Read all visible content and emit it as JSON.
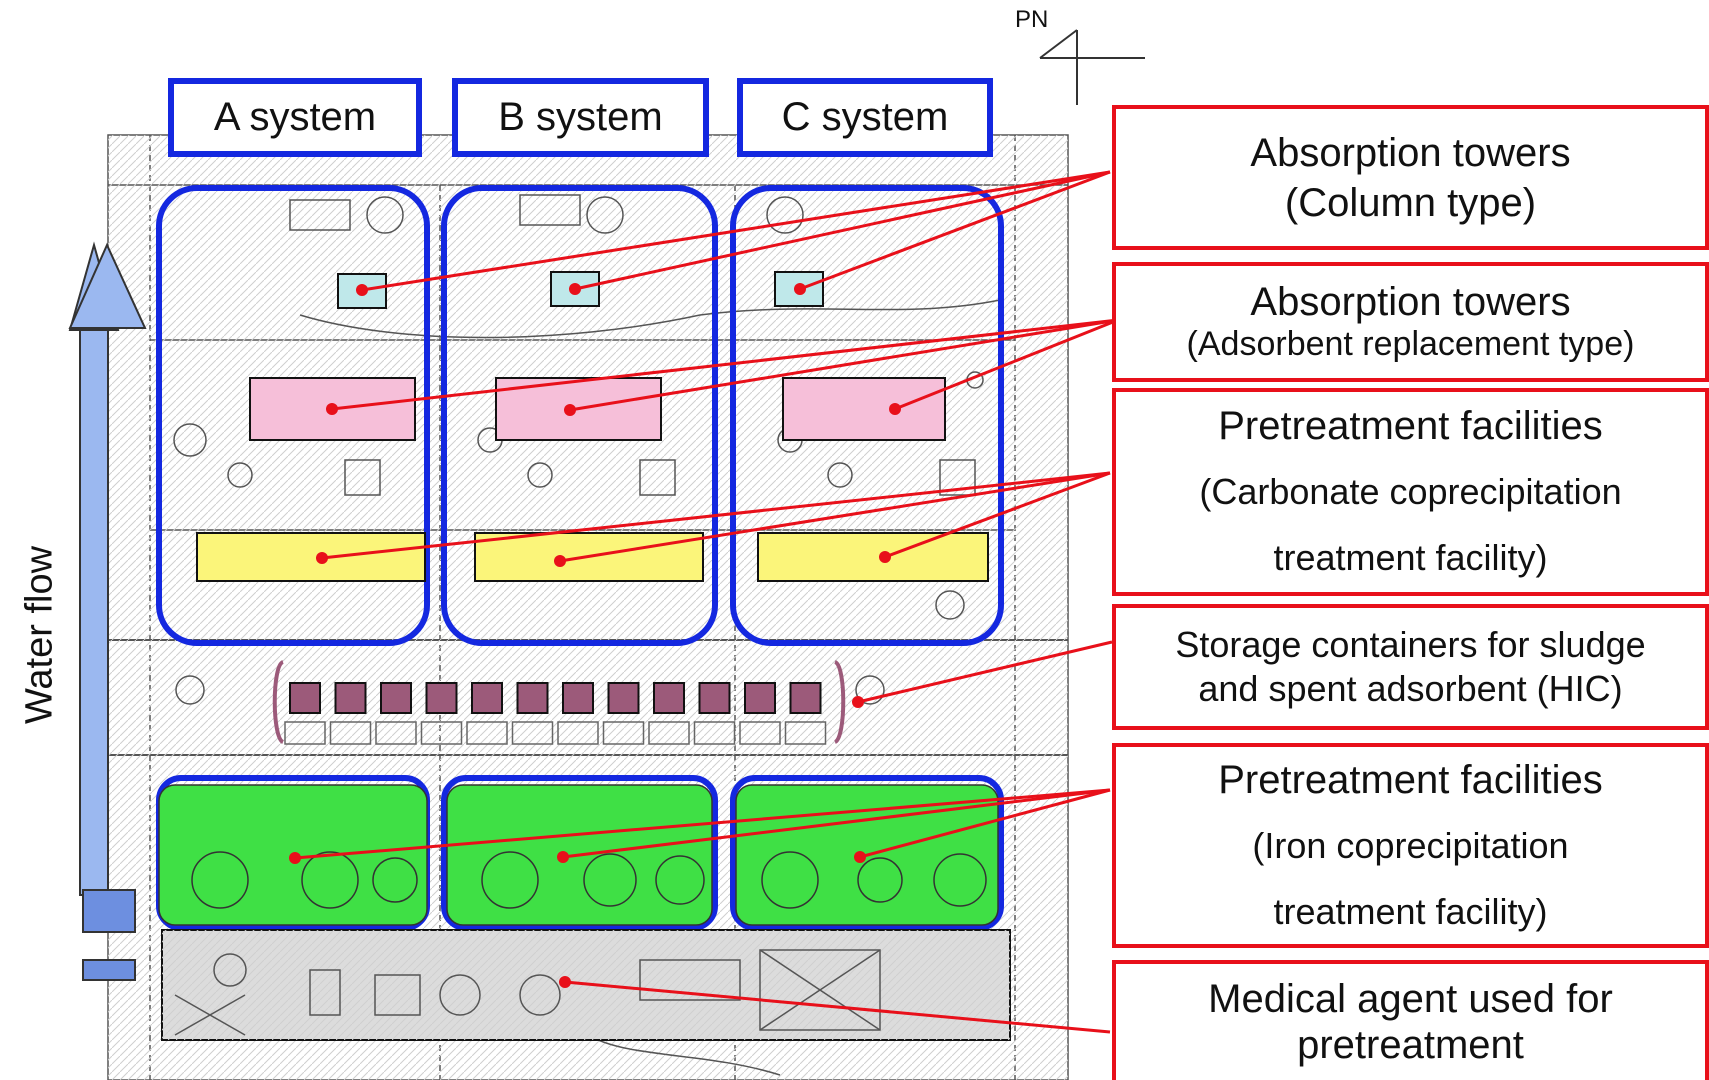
{
  "north_mark": "PN",
  "flow_label": "Water flow",
  "systems": [
    "A system",
    "B system",
    "C system"
  ],
  "callouts": {
    "column_towers": {
      "line1": "Absorption towers",
      "line2": "(Column type)"
    },
    "replacement_towers": {
      "line1": "Absorption towers",
      "line2": "(Adsorbent replacement type)"
    },
    "carbonate": {
      "line1": "Pretreatment facilities",
      "line2": "(Carbonate coprecipitation",
      "line3": "treatment facility)"
    },
    "hic": {
      "line1": "Storage containers for sludge",
      "line2": "and spent adsorbent (HIC)"
    },
    "iron": {
      "line1": "Pretreatment facilities",
      "line2": "(Iron coprecipitation",
      "line3": "treatment facility)"
    },
    "medical": {
      "line1": "Medical agent used for",
      "line2": "pretreatment"
    }
  },
  "colors": {
    "system_outline": "#1428e0",
    "callout_outline": "#e8101a",
    "column_tower_fill": "#bfe8ea",
    "replacement_tower_fill": "#f6bfd9",
    "carbonate_fill": "#fbf57a",
    "iron_fill": "#3fe045",
    "medical_fill": "#dcdcdc",
    "hic_fill": "#9c5a7a",
    "flow_arrow": "#9bb8f0"
  }
}
